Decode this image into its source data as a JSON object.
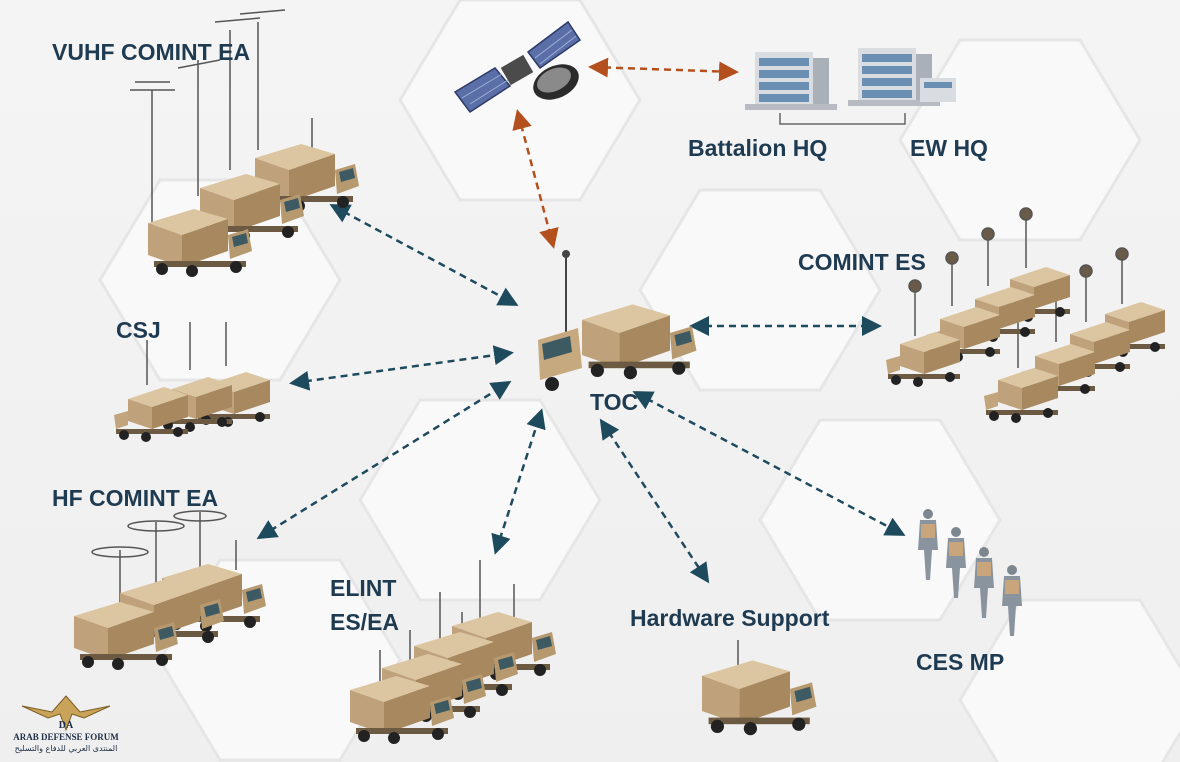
{
  "labels": {
    "vuhf": "VUHF COMINT EA",
    "battalion_hq": "Battalion HQ",
    "ew_hq": "EW HQ",
    "comint_es": "COMINT ES",
    "csj": "CSJ",
    "toc": "TOC",
    "hf": "HF COMINT EA",
    "elint_line1": "ELINT",
    "elint_line2": "ES/EA",
    "hardware": "Hardware Support",
    "ces": "CES MP"
  },
  "watermark": {
    "logo_text": "DA",
    "line1": "ARAB DEFENSE FORUM",
    "line2": "المنتدى العربي للدفاع والتسليح"
  },
  "colors": {
    "label": "#1f3b52",
    "link_blue": "#1e4a5e",
    "link_orange": "#b4501e",
    "vehicle": "#c9ad86"
  }
}
